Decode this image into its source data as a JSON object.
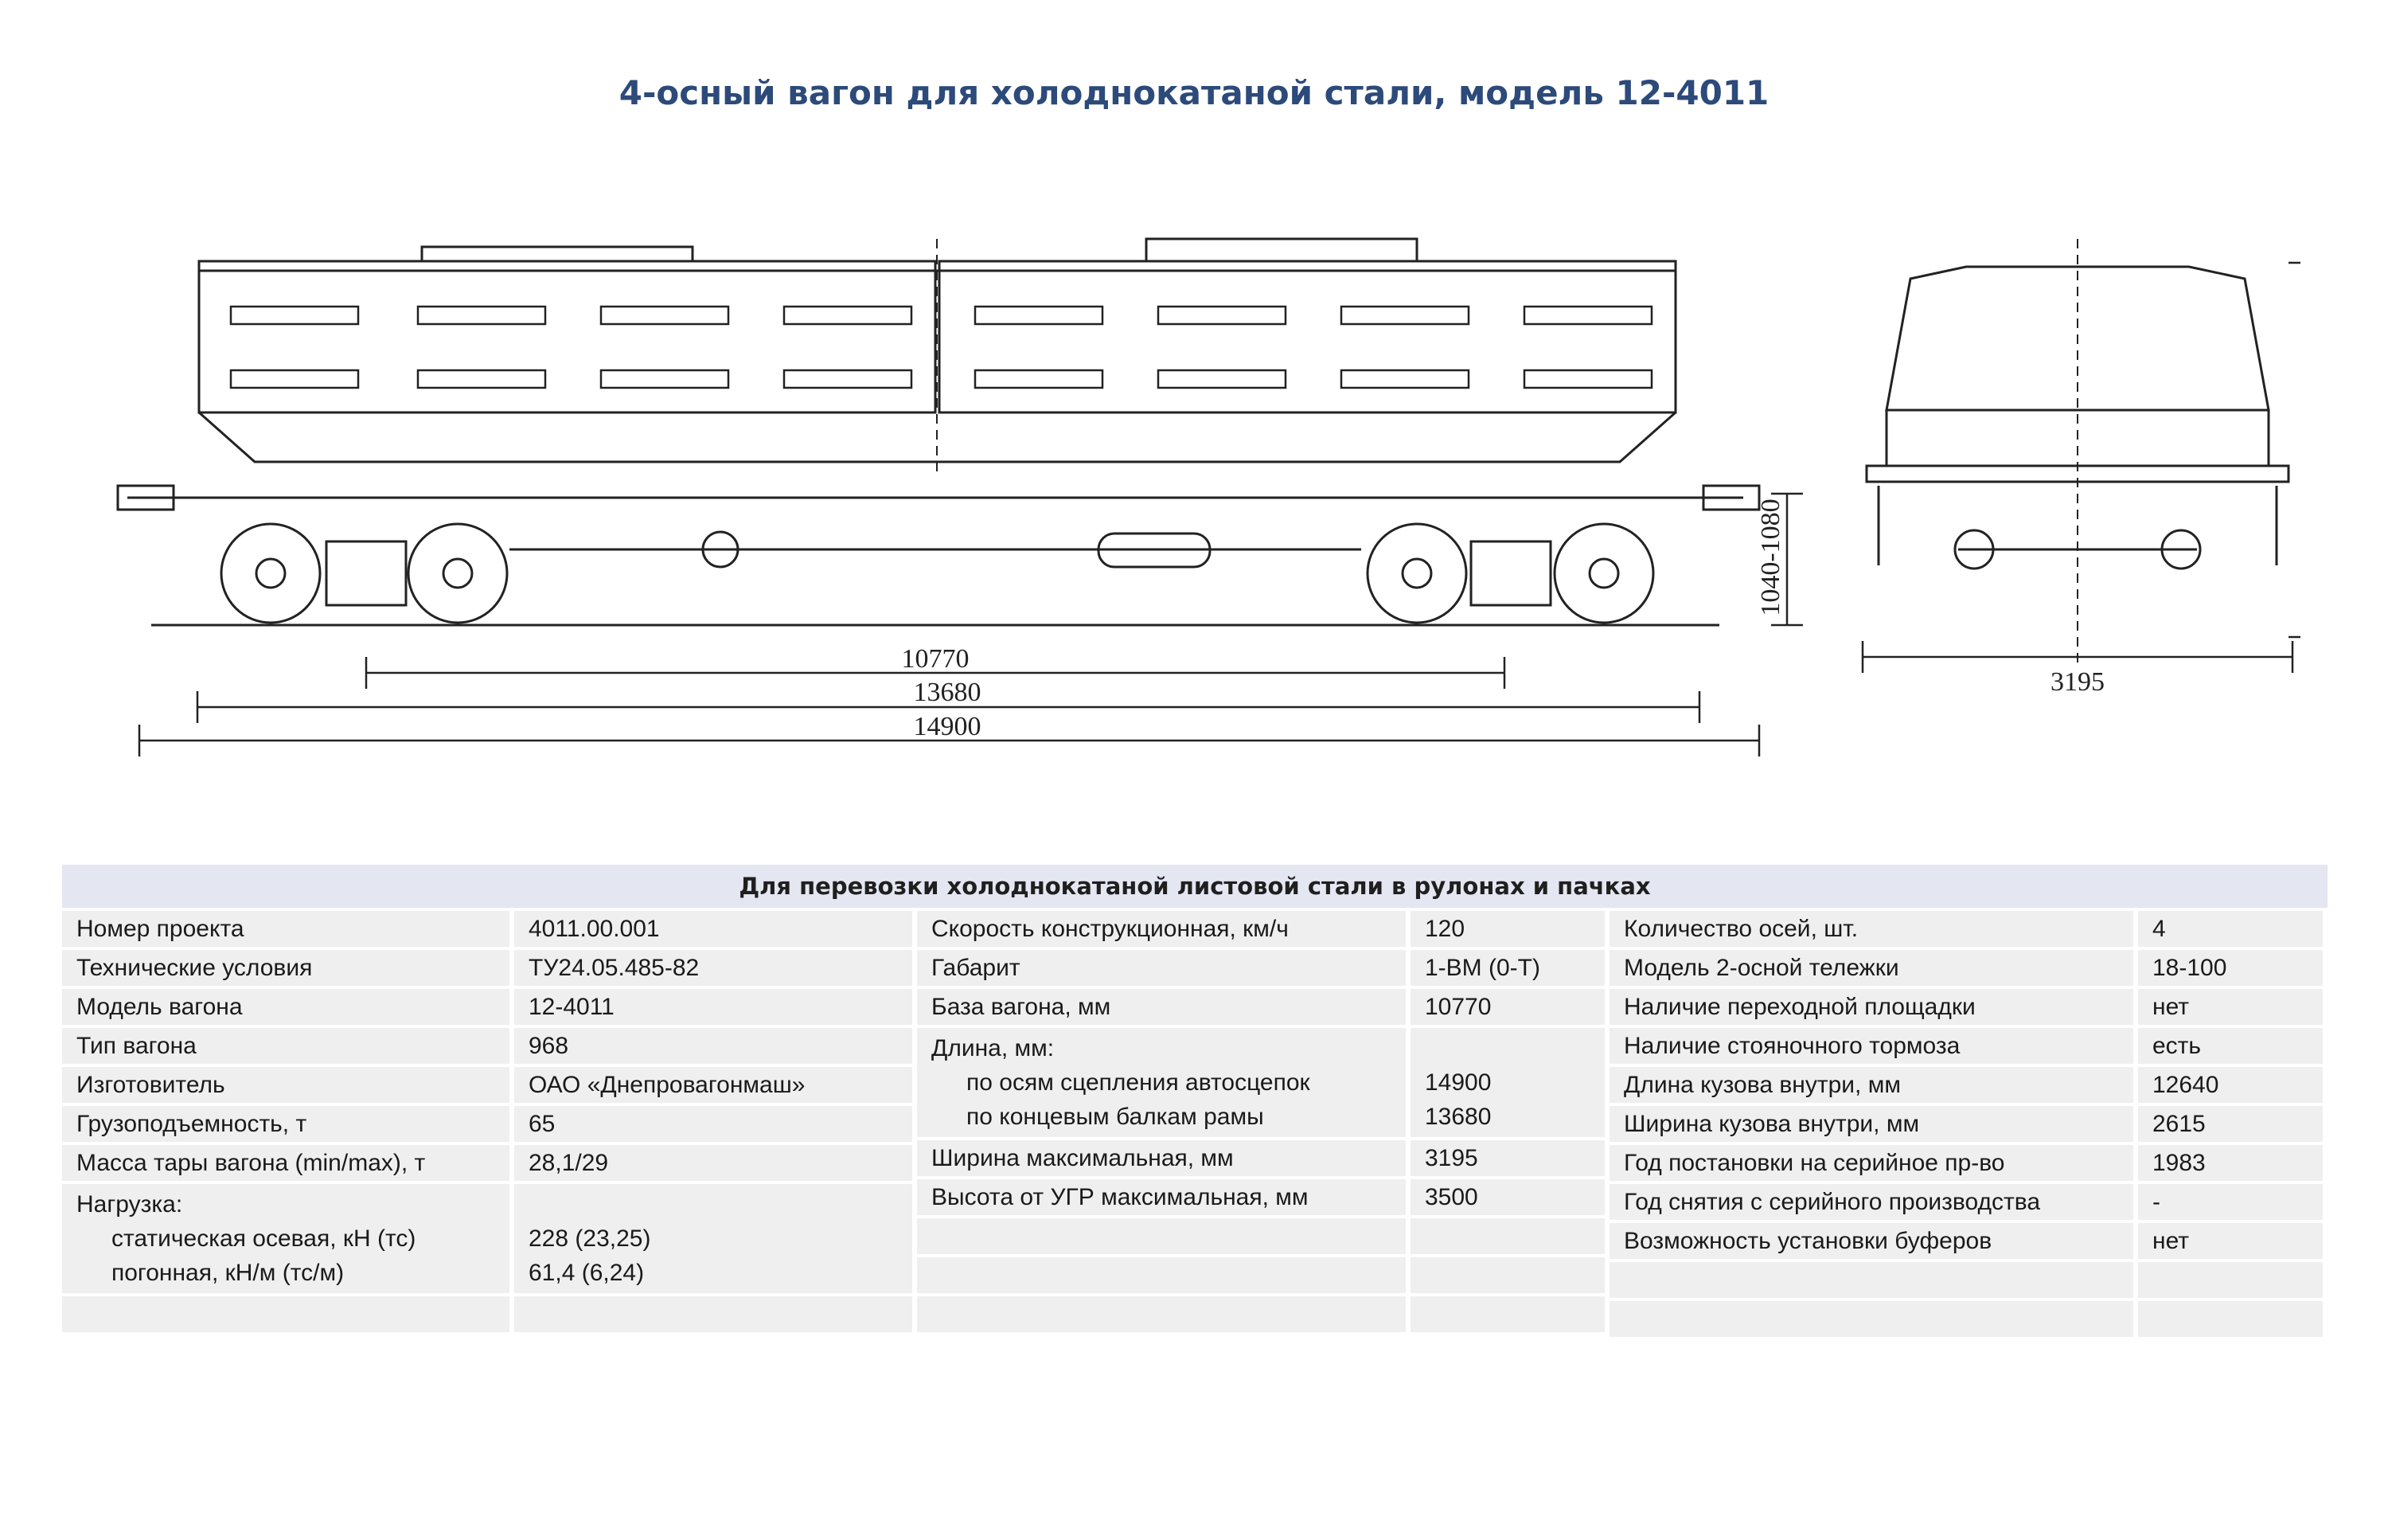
{
  "title": "4-осный вагон для холоднокатаной стали, модель 12-4011",
  "drawing": {
    "dimensions": {
      "base": "10770",
      "length_frame": "13680",
      "length_coupler": "14900",
      "width": "3195",
      "height": "3500",
      "floor_height": "1040-1080"
    }
  },
  "table": {
    "header": "Для перевозки холоднокатаной листовой стали в рулонах и пачках",
    "col1": [
      {
        "k": "Номер проекта",
        "v": "4011.00.001"
      },
      {
        "k": "Технические условия",
        "v": "ТУ24.05.485-82"
      },
      {
        "k": "Модель вагона",
        "v": "12-4011"
      },
      {
        "k": "Тип вагона",
        "v": "968"
      },
      {
        "k": "Изготовитель",
        "v": "ОАО «Днепровагонмаш»"
      },
      {
        "k": "Грузоподъемность, т",
        "v": "65"
      },
      {
        "k": "Масса тары вагона (min/max), т",
        "v": "28,1/29"
      }
    ],
    "load": {
      "label": "Нагрузка:",
      "static_label": "статическая осевая, кН (тс)",
      "static_value": "228 (23,25)",
      "linear_label": "погонная, кН/м (тс/м)",
      "linear_value": "61,4 (6,24)"
    },
    "col2": [
      {
        "k": "Скорость конструкционная, км/ч",
        "v": "120"
      },
      {
        "k": "Габарит",
        "v": "1-ВМ (0-Т)"
      },
      {
        "k": "База вагона, мм",
        "v": "10770"
      }
    ],
    "length": {
      "label": "Длина, мм:",
      "coupler_label": "по осям сцепления автосцепок",
      "coupler_value": "14900",
      "frame_label": "по концевым балкам рамы",
      "frame_value": "13680"
    },
    "col2b": [
      {
        "k": "Ширина максимальная, мм",
        "v": "3195"
      },
      {
        "k": "Высота от УГР максимальная, мм",
        "v": "3500"
      }
    ],
    "col3": [
      {
        "k": "Количество осей, шт.",
        "v": "4"
      },
      {
        "k": "Модель 2-осной тележки",
        "v": "18-100"
      },
      {
        "k": "Наличие переходной площадки",
        "v": "нет"
      },
      {
        "k": "Наличие стояночного тормоза",
        "v": "есть"
      },
      {
        "k": "Длина кузова внутри, мм",
        "v": "12640"
      },
      {
        "k": "Ширина кузова внутри, мм",
        "v": "2615"
      },
      {
        "k": "Год постановки на серийное пр-во",
        "v": "1983"
      },
      {
        "k": "Год снятия с серийного производства",
        "v": "-"
      },
      {
        "k": "Возможность установки буферов",
        "v": "нет"
      }
    ]
  }
}
